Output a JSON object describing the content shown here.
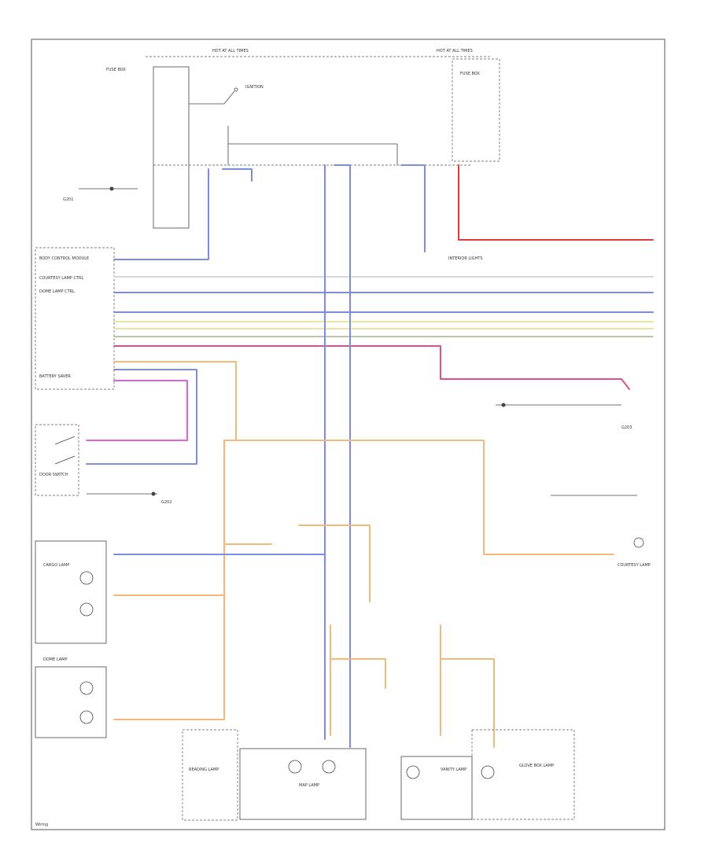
{
  "page_label": "Wiring",
  "colors": {
    "blue": "#7b8de0",
    "orange": "#f5b877",
    "red": "#e23b3b",
    "pink": "#e0508a",
    "magenta": "#e060e0",
    "yellow": "#e8e6a0",
    "green": "#b9c9a0",
    "gray": "#9aa0a8",
    "black": "#444444"
  },
  "labels": {
    "hot_at_all_times_left": "HOT AT ALL TIMES",
    "hot_at_all_times_right": "HOT AT ALL TIMES",
    "fuse_box_left": "FUSE BOX",
    "fuse_box_right": "FUSE BOX",
    "interior_lights": "INTERIOR LIGHTS",
    "courtesy_lamp": "COURTESY LAMP",
    "ground_left": "G201",
    "ground_center": "G202",
    "ground_right": "G203",
    "door_switch": "DOOR SWITCH",
    "cargo_lamp": "CARGO LAMP",
    "dome_lamp": "DOME LAMP",
    "reading_lamp": "READING LAMP",
    "vanity_lamp": "VANITY LAMP",
    "map_lamp": "MAP LAMP",
    "glove_box_lamp": "GLOVE BOX LAMP",
    "body_control_module": "BODY CONTROL MODULE",
    "courtesy_lamp_ctrl": "COURTESY LAMP CTRL",
    "dome_lamp_ctrl": "DOME LAMP CTRL",
    "ignition": "IGNITION",
    "battery_saver": "BATTERY SAVER"
  }
}
